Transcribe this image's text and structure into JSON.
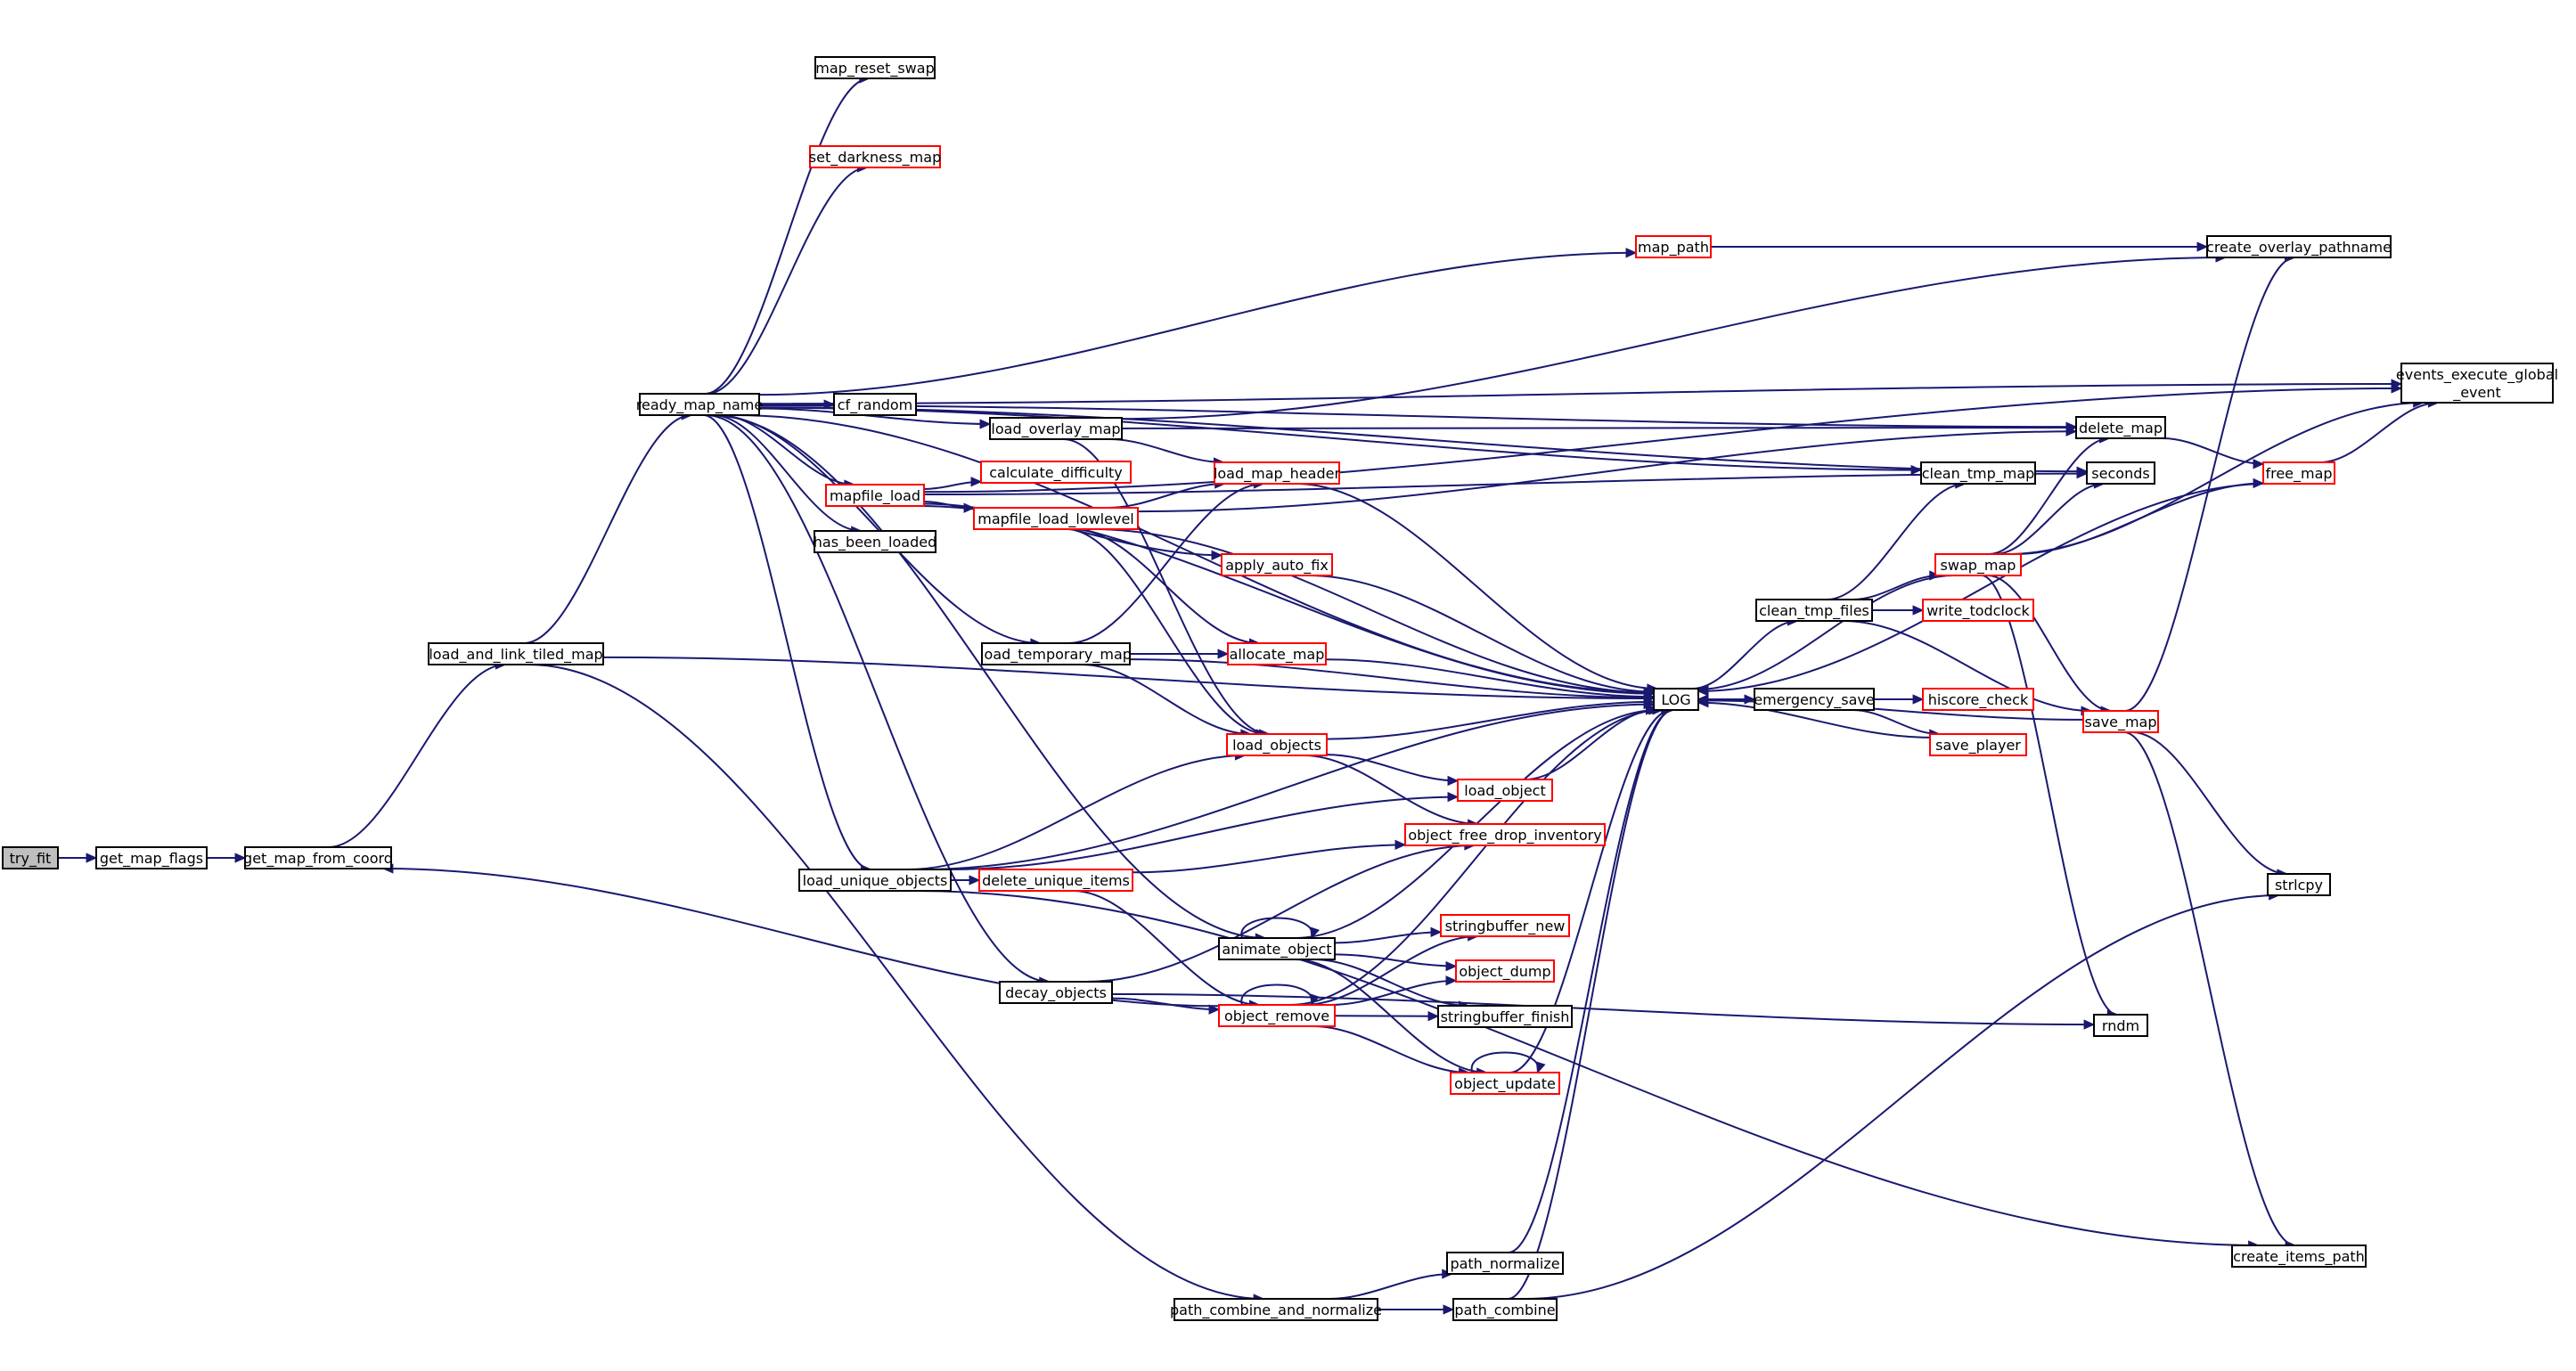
{
  "diagram": {
    "nodes": [
      {
        "id": "try_fit",
        "label": "try_fit",
        "style": "root"
      },
      {
        "id": "get_map_flags",
        "label": "get_map_flags",
        "style": "black"
      },
      {
        "id": "get_map_from_coord",
        "label": "get_map_from_coord",
        "style": "black"
      },
      {
        "id": "load_and_link_tiled_map",
        "label": "load_and_link_tiled_map",
        "style": "black"
      },
      {
        "id": "ready_map_name",
        "label": "ready_map_name",
        "style": "black"
      },
      {
        "id": "map_reset_swap",
        "label": "map_reset_swap",
        "style": "black"
      },
      {
        "id": "set_darkness_map",
        "label": "set_darkness_map",
        "style": "red"
      },
      {
        "id": "cf_random",
        "label": "cf_random",
        "style": "black"
      },
      {
        "id": "has_been_loaded",
        "label": "has_been_loaded",
        "style": "black"
      },
      {
        "id": "mapfile_load",
        "label": "mapfile_load",
        "style": "red"
      },
      {
        "id": "calculate_difficulty",
        "label": "calculate_difficulty",
        "style": "red"
      },
      {
        "id": "mapfile_load_lowlevel",
        "label": "mapfile_load_lowlevel",
        "style": "red"
      },
      {
        "id": "load_overlay_map",
        "label": "load_overlay_map",
        "style": "black"
      },
      {
        "id": "load_map_header",
        "label": "load_map_header",
        "style": "red"
      },
      {
        "id": "apply_auto_fix",
        "label": "apply_auto_fix",
        "style": "red"
      },
      {
        "id": "map_path",
        "label": "map_path",
        "style": "red"
      },
      {
        "id": "create_overlay_pathname",
        "label": "create_overlay_pathname",
        "style": "black"
      },
      {
        "id": "events_execute_global_event",
        "label": "events_execute_global\n_event",
        "style": "black"
      },
      {
        "id": "delete_map",
        "label": "delete_map",
        "style": "black"
      },
      {
        "id": "seconds",
        "label": "seconds",
        "style": "black"
      },
      {
        "id": "free_map",
        "label": "free_map",
        "style": "red"
      },
      {
        "id": "clean_tmp_map",
        "label": "clean_tmp_map",
        "style": "black"
      },
      {
        "id": "swap_map",
        "label": "swap_map",
        "style": "red"
      },
      {
        "id": "clean_tmp_files",
        "label": "clean_tmp_files",
        "style": "black"
      },
      {
        "id": "write_todclock",
        "label": "write_todclock",
        "style": "red"
      },
      {
        "id": "load_temporary_map",
        "label": "load_temporary_map",
        "style": "black"
      },
      {
        "id": "allocate_map",
        "label": "allocate_map",
        "style": "red"
      },
      {
        "id": "LOG",
        "label": "LOG",
        "style": "black"
      },
      {
        "id": "emergency_save",
        "label": "emergency_save",
        "style": "black"
      },
      {
        "id": "hiscore_check",
        "label": "hiscore_check",
        "style": "red"
      },
      {
        "id": "save_map",
        "label": "save_map",
        "style": "red"
      },
      {
        "id": "save_player",
        "label": "save_player",
        "style": "red"
      },
      {
        "id": "load_objects",
        "label": "load_objects",
        "style": "red"
      },
      {
        "id": "load_object",
        "label": "load_object",
        "style": "red"
      },
      {
        "id": "load_unique_objects",
        "label": "load_unique_objects",
        "style": "black"
      },
      {
        "id": "delete_unique_items",
        "label": "delete_unique_items",
        "style": "red"
      },
      {
        "id": "object_free_drop_inventory",
        "label": "object_free_drop_inventory",
        "style": "red"
      },
      {
        "id": "strlcpy",
        "label": "strlcpy",
        "style": "black"
      },
      {
        "id": "animate_object",
        "label": "animate_object",
        "style": "black"
      },
      {
        "id": "stringbuffer_new",
        "label": "stringbuffer_new",
        "style": "red"
      },
      {
        "id": "object_dump",
        "label": "object_dump",
        "style": "red"
      },
      {
        "id": "decay_objects",
        "label": "decay_objects",
        "style": "black"
      },
      {
        "id": "object_remove",
        "label": "object_remove",
        "style": "red"
      },
      {
        "id": "stringbuffer_finish",
        "label": "stringbuffer_finish",
        "style": "black"
      },
      {
        "id": "rndm",
        "label": "rndm",
        "style": "black"
      },
      {
        "id": "object_update",
        "label": "object_update",
        "style": "red"
      },
      {
        "id": "create_items_path",
        "label": "create_items_path",
        "style": "black"
      },
      {
        "id": "path_normalize",
        "label": "path_normalize",
        "style": "black"
      },
      {
        "id": "path_combine_and_normalize",
        "label": "path_combine_and_normalize",
        "style": "black"
      },
      {
        "id": "path_combine",
        "label": "path_combine",
        "style": "black"
      }
    ],
    "edges": [
      [
        "try_fit",
        "get_map_flags"
      ],
      [
        "get_map_flags",
        "get_map_from_coord"
      ],
      [
        "get_map_from_coord",
        "load_and_link_tiled_map"
      ],
      [
        "load_and_link_tiled_map",
        "ready_map_name"
      ],
      [
        "load_and_link_tiled_map",
        "LOG"
      ],
      [
        "load_and_link_tiled_map",
        "path_combine_and_normalize"
      ],
      [
        "ready_map_name",
        "map_reset_swap"
      ],
      [
        "ready_map_name",
        "set_darkness_map"
      ],
      [
        "ready_map_name",
        "cf_random"
      ],
      [
        "ready_map_name",
        "has_been_loaded"
      ],
      [
        "ready_map_name",
        "mapfile_load"
      ],
      [
        "ready_map_name",
        "load_overlay_map"
      ],
      [
        "ready_map_name",
        "map_path"
      ],
      [
        "ready_map_name",
        "events_execute_global_event"
      ],
      [
        "ready_map_name",
        "delete_map"
      ],
      [
        "ready_map_name",
        "clean_tmp_map"
      ],
      [
        "ready_map_name",
        "seconds"
      ],
      [
        "ready_map_name",
        "load_temporary_map"
      ],
      [
        "ready_map_name",
        "LOG"
      ],
      [
        "ready_map_name",
        "load_unique_objects"
      ],
      [
        "ready_map_name",
        "decay_objects"
      ],
      [
        "ready_map_name",
        "animate_object"
      ],
      [
        "mapfile_load",
        "calculate_difficulty"
      ],
      [
        "mapfile_load",
        "mapfile_load_lowlevel"
      ],
      [
        "mapfile_load",
        "apply_auto_fix"
      ],
      [
        "mapfile_load",
        "events_execute_global_event"
      ],
      [
        "mapfile_load",
        "LOG"
      ],
      [
        "mapfile_load",
        "seconds"
      ],
      [
        "mapfile_load_lowlevel",
        "load_map_header"
      ],
      [
        "mapfile_load_lowlevel",
        "allocate_map"
      ],
      [
        "mapfile_load_lowlevel",
        "load_objects"
      ],
      [
        "mapfile_load_lowlevel",
        "LOG"
      ],
      [
        "mapfile_load_lowlevel",
        "delete_map"
      ],
      [
        "load_overlay_map",
        "load_map_header"
      ],
      [
        "load_overlay_map",
        "create_overlay_pathname"
      ],
      [
        "load_overlay_map",
        "delete_map"
      ],
      [
        "load_overlay_map",
        "load_objects"
      ],
      [
        "load_map_header",
        "LOG"
      ],
      [
        "apply_auto_fix",
        "LOG"
      ],
      [
        "map_path",
        "create_overlay_pathname"
      ],
      [
        "delete_map",
        "free_map"
      ],
      [
        "free_map",
        "events_execute_global_event"
      ],
      [
        "free_map",
        "LOG"
      ],
      [
        "swap_map",
        "delete_map"
      ],
      [
        "swap_map",
        "seconds"
      ],
      [
        "swap_map",
        "free_map"
      ],
      [
        "swap_map",
        "events_execute_global_event"
      ],
      [
        "swap_map",
        "save_map"
      ],
      [
        "swap_map",
        "LOG"
      ],
      [
        "swap_map",
        "rndm"
      ],
      [
        "clean_tmp_files",
        "clean_tmp_map"
      ],
      [
        "clean_tmp_files",
        "swap_map"
      ],
      [
        "clean_tmp_files",
        "write_todclock"
      ],
      [
        "clean_tmp_files",
        "save_map"
      ],
      [
        "load_temporary_map",
        "load_map_header"
      ],
      [
        "load_temporary_map",
        "allocate_map"
      ],
      [
        "load_temporary_map",
        "load_objects"
      ],
      [
        "load_temporary_map",
        "LOG"
      ],
      [
        "allocate_map",
        "LOG"
      ],
      [
        "LOG",
        "clean_tmp_files"
      ],
      [
        "LOG",
        "emergency_save"
      ],
      [
        "emergency_save",
        "hiscore_check"
      ],
      [
        "emergency_save",
        "save_player"
      ],
      [
        "emergency_save",
        "LOG"
      ],
      [
        "hiscore_check",
        "LOG"
      ],
      [
        "save_player",
        "LOG"
      ],
      [
        "save_map",
        "LOG"
      ],
      [
        "save_map",
        "create_overlay_pathname"
      ],
      [
        "save_map",
        "strlcpy"
      ],
      [
        "save_map",
        "create_items_path"
      ],
      [
        "load_objects",
        "LOG"
      ],
      [
        "load_objects",
        "load_object"
      ],
      [
        "load_objects",
        "object_free_drop_inventory"
      ],
      [
        "load_object",
        "LOG"
      ],
      [
        "load_unique_objects",
        "load_objects"
      ],
      [
        "load_unique_objects",
        "load_object"
      ],
      [
        "load_unique_objects",
        "delete_unique_items"
      ],
      [
        "load_unique_objects",
        "LOG"
      ],
      [
        "load_unique_objects",
        "create_items_path"
      ],
      [
        "delete_unique_items",
        "object_free_drop_inventory"
      ],
      [
        "delete_unique_items",
        "object_remove"
      ],
      [
        "animate_object",
        "animate_object"
      ],
      [
        "animate_object",
        "stringbuffer_new"
      ],
      [
        "animate_object",
        "object_dump"
      ],
      [
        "animate_object",
        "stringbuffer_finish"
      ],
      [
        "animate_object",
        "object_update"
      ],
      [
        "animate_object",
        "LOG"
      ],
      [
        "decay_objects",
        "object_free_drop_inventory"
      ],
      [
        "decay_objects",
        "object_remove"
      ],
      [
        "decay_objects",
        "rndm"
      ],
      [
        "object_remove",
        "object_remove"
      ],
      [
        "object_remove",
        "stringbuffer_new"
      ],
      [
        "object_remove",
        "object_dump"
      ],
      [
        "object_remove",
        "stringbuffer_finish"
      ],
      [
        "object_remove",
        "object_update"
      ],
      [
        "object_remove",
        "LOG"
      ],
      [
        "object_remove",
        "get_map_from_coord"
      ],
      [
        "object_update",
        "object_update"
      ],
      [
        "object_update",
        "LOG"
      ],
      [
        "path_combine_and_normalize",
        "path_normalize"
      ],
      [
        "path_combine_and_normalize",
        "path_combine"
      ],
      [
        "path_normalize",
        "LOG"
      ],
      [
        "path_combine",
        "LOG"
      ],
      [
        "path_combine",
        "strlcpy"
      ]
    ]
  }
}
